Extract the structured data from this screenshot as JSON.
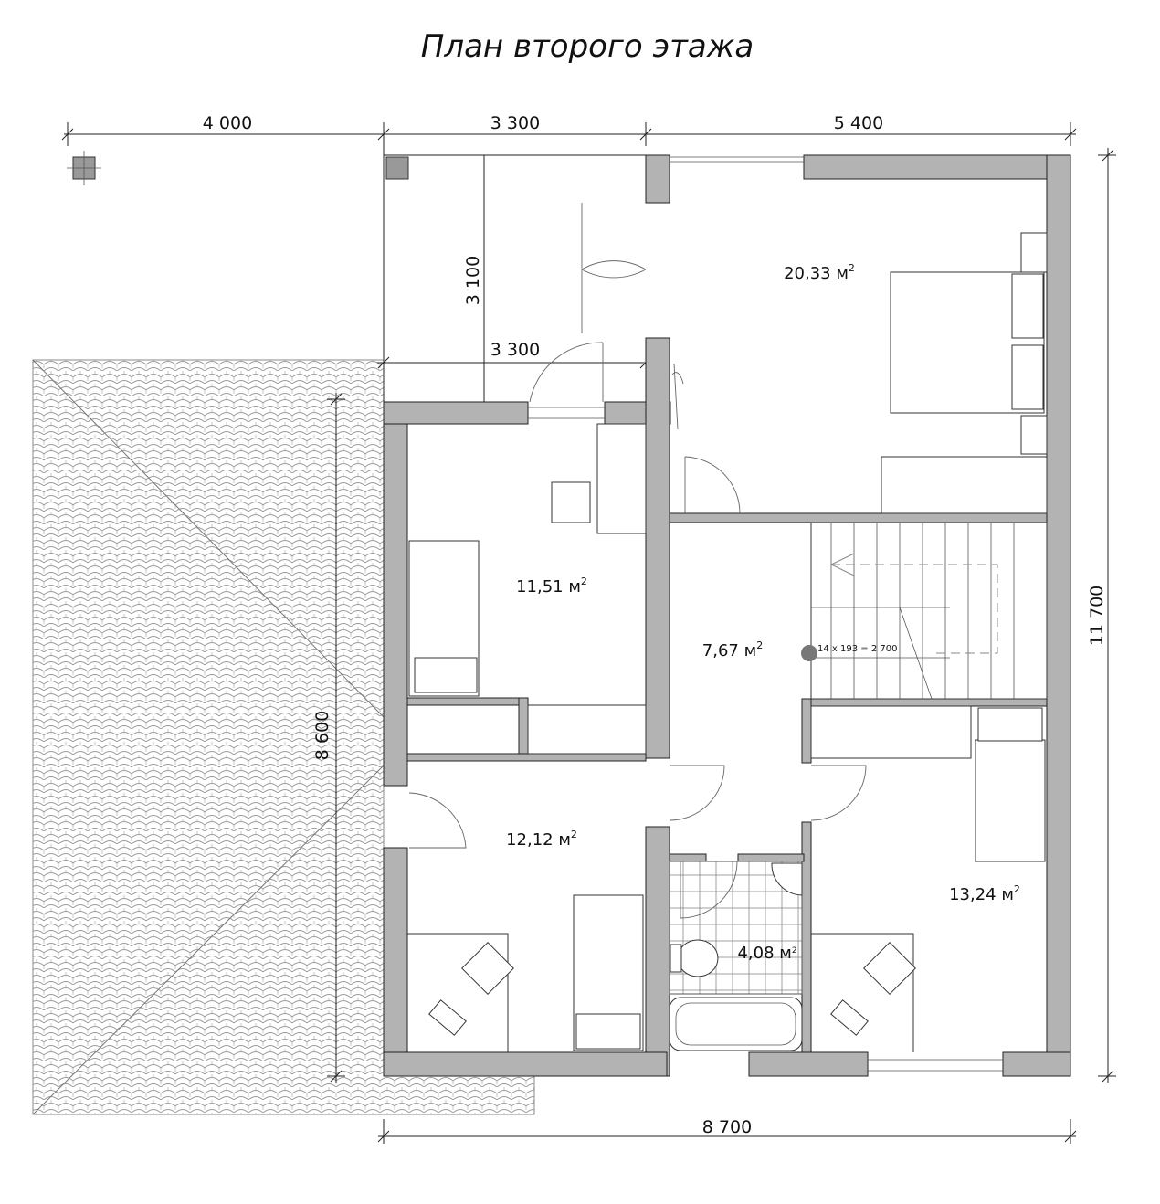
{
  "title": "План второго этажа",
  "dimensions": {
    "top_left": "4 000",
    "top_mid": "3 300",
    "top_right": "5 400",
    "balcony_width": "3 300",
    "balcony_depth": "3 100",
    "roof_length": "8 600",
    "overall_height": "11 700",
    "bottom_width": "8 700"
  },
  "rooms": {
    "bedroom_main": {
      "area": "20,33 м",
      "sup": "2"
    },
    "room_left_top": {
      "area": "11,51 м",
      "sup": "2"
    },
    "hall": {
      "area": "7,67 м",
      "sup": "2"
    },
    "room_left_bottom": {
      "area": "12,12 м",
      "sup": "2"
    },
    "bathroom": {
      "area": "4,08 м",
      "sup": "2"
    },
    "room_right_bottom": {
      "area": "13,24 м",
      "sup": "2"
    }
  },
  "stair_note": "14 x 193 = 2 700",
  "colors": {
    "wall": "#b3b3b3",
    "line": "#222222",
    "roof_tile": "#999999",
    "stair_marker": "#777777"
  }
}
